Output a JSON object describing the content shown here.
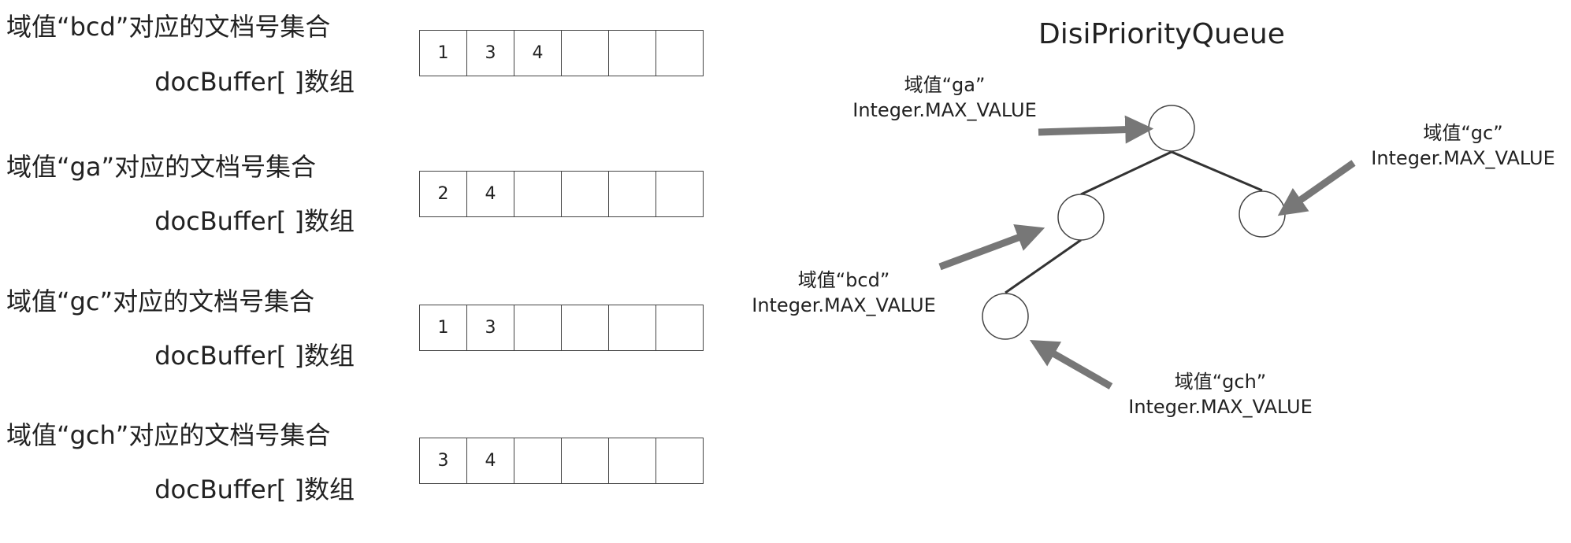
{
  "sets": [
    {
      "caption": "域值“bcd”对应的文档号集合",
      "buffer_label": "docBuffer[ ]数组",
      "cells": [
        "1",
        "3",
        "4",
        "",
        "",
        ""
      ]
    },
    {
      "caption": "域值“ga”对应的文档号集合",
      "buffer_label": "docBuffer[ ]数组",
      "cells": [
        "2",
        "4",
        "",
        "",
        "",
        ""
      ]
    },
    {
      "caption": "域值“gc”对应的文档号集合",
      "buffer_label": "docBuffer[ ]数组",
      "cells": [
        "1",
        "3",
        "",
        "",
        "",
        ""
      ]
    },
    {
      "caption": "域值“gch”对应的文档号集合",
      "buffer_label": "docBuffer[ ]数组",
      "cells": [
        "3",
        "4",
        "",
        "",
        "",
        ""
      ]
    }
  ],
  "queue": {
    "title": "DisiPriorityQueue",
    "nodes": [
      {
        "field": "域值“ga”",
        "value": "Integer.MAX_VALUE"
      },
      {
        "field": "域值“bcd”",
        "value": "Integer.MAX_VALUE"
      },
      {
        "field": "域值“gc”",
        "value": "Integer.MAX_VALUE"
      },
      {
        "field": "域值“gch”",
        "value": "Integer.MAX_VALUE"
      }
    ]
  },
  "colors": {
    "arrow": "#777777",
    "line": "#333333",
    "border": "#444444"
  }
}
